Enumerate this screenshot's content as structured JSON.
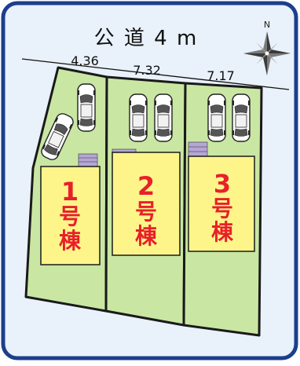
{
  "road": {
    "label": "公 道 4 m"
  },
  "compass": {
    "north_label": "N"
  },
  "frontages": [
    "4.36",
    "7.32",
    "7.17"
  ],
  "buildings": [
    {
      "number": "1",
      "kind": "号",
      "suffix": "棟"
    },
    {
      "number": "2",
      "kind": "号",
      "suffix": "棟"
    },
    {
      "number": "3",
      "kind": "号",
      "suffix": "棟"
    }
  ],
  "colors": {
    "frame_border": "#1b3f8c",
    "frame_bg": "#e9f1fa",
    "lot_fill": "#c9e6a3",
    "building_fill": "#fdf58a",
    "building_label": "#e8202a",
    "porch_fill": "#b6a6d6",
    "outline": "#1a1a1a"
  }
}
